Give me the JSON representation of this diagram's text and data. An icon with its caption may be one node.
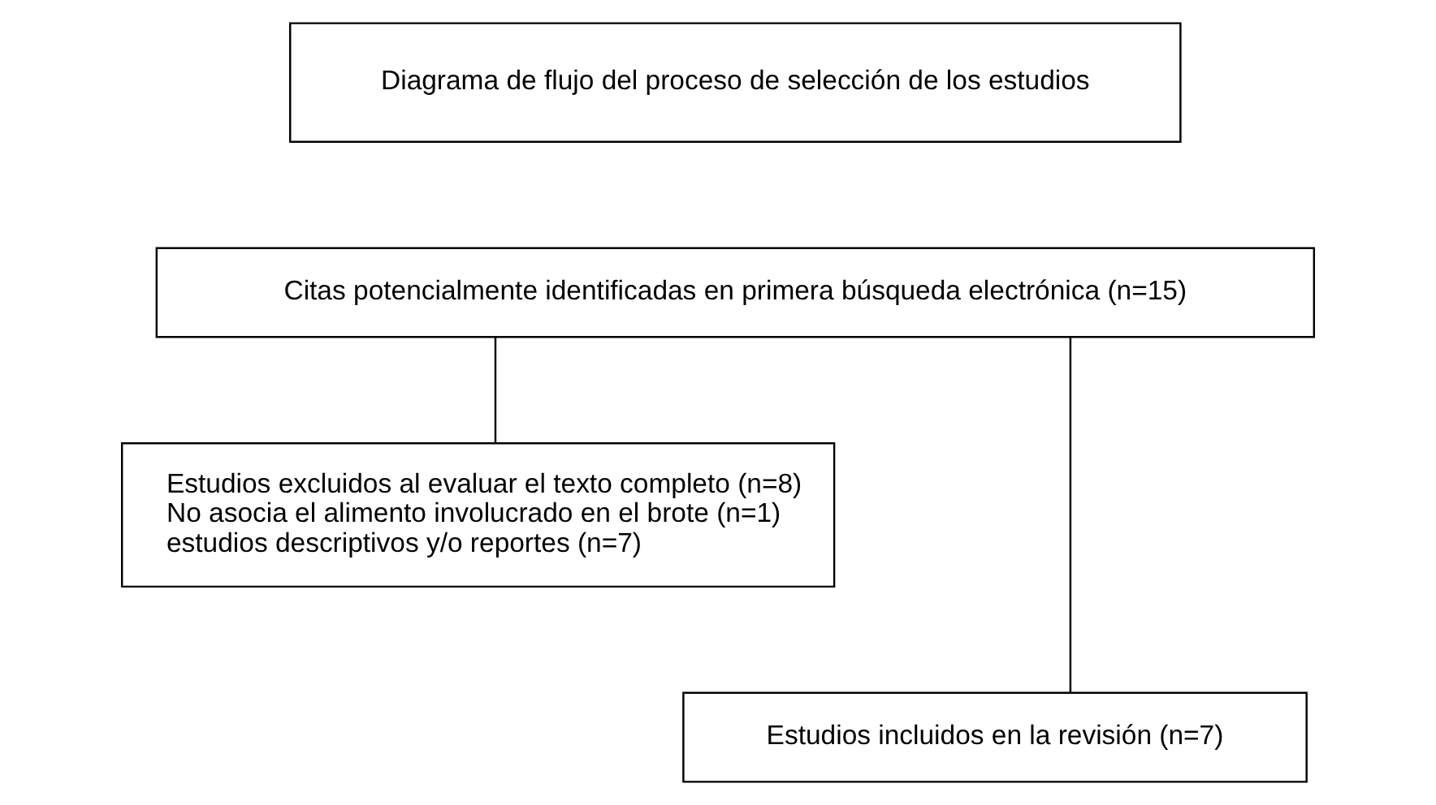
{
  "diagram": {
    "nodes": [
      {
        "text": [
          "Diagrama de flujo del proceso de selección de los estudios"
        ]
      },
      {
        "text": [
          "Citas potencialmente identificadas en primera búsqueda electrónica (n=15)"
        ]
      },
      {
        "text": [
          "Estudios excluidos al evaluar el texto completo (n=8)",
          "No asocia el alimento involucrado en el brote (n=1)",
          "estudios descriptivos y/o reportes (n=7)"
        ]
      },
      {
        "text": [
          "Estudios incluidos en la revisión (n=7)"
        ]
      }
    ],
    "edges": [
      {
        "from": 1,
        "to": 2,
        "arrow": "none"
      },
      {
        "from": 1,
        "to": 3,
        "arrow": "none"
      }
    ]
  }
}
